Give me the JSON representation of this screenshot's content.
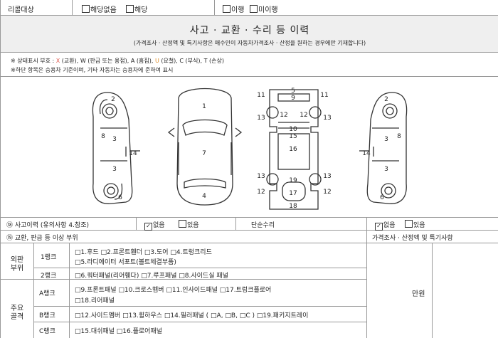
{
  "recall": {
    "label": "리콜대상",
    "opt_none": "해당없음",
    "opt_applies": "해당",
    "opt_done": "이행",
    "opt_not_done": "미이행"
  },
  "section_title": "사고 · 교환 · 수리 등 이력",
  "section_subtitle": "(가격조사 · 산정액 및 특기사항은 매수인이 자동차가격조사 · 산정을 원하는 경우에만 기재합니다)",
  "legend": {
    "prefix": "※ 상태표시 부호 : ",
    "items": [
      {
        "sym": "X",
        "text": "(교환),",
        "color": "#e05a4f"
      },
      {
        "sym": "W",
        "text": "(판금 또는 용접),",
        "color": "#222"
      },
      {
        "sym": "A",
        "text": "(흠집),",
        "color": "#222"
      },
      {
        "sym": "U",
        "text": "(요철),",
        "color": "#e0902c"
      },
      {
        "sym": "C",
        "text": "(부식),",
        "color": "#222"
      },
      {
        "sym": "T",
        "text": "(손상)",
        "color": "#222"
      }
    ],
    "note": "※하단 항목은 승용차 기준이며, 기타 자동차는 승용차에 준하여 표시"
  },
  "diagram_numbers": {
    "left_side": [
      "2",
      "3",
      "8",
      "3",
      "14",
      "6"
    ],
    "top": [
      "1",
      "7",
      "4"
    ],
    "frame": [
      "5",
      "9",
      "11",
      "11",
      "13",
      "12",
      "12",
      "13",
      "10",
      "15",
      "16",
      "13",
      "19",
      "13",
      "12",
      "17",
      "12",
      "18"
    ],
    "right_side": [
      "2",
      "3",
      "8",
      "14",
      "3",
      "6"
    ]
  },
  "accident_history": {
    "label": "⑱ 사고이력 (유의사항 4.참조)",
    "opt_no": "없음",
    "opt_yes": "있음",
    "simple_repair_label": "단순수리",
    "simple_no": "없음",
    "simple_yes": "있음"
  },
  "exchange": {
    "label": "⑲ 교환, 판금 등 이상 부위",
    "price_header": "가격조사 · 산정액 및 특기사항",
    "price_value": "만원",
    "outer_panel": "외판\n부위",
    "major_frame": "주요\n골격",
    "rank1": "1랭크",
    "rank1_line1": "□1.후드  □2.프론트휀더  □3.도어  □4.트렁크리드",
    "rank1_line2": "□5.라디에이터 서포트(볼트체결부품)",
    "rank2": "2랭크",
    "rank2_line1": "□6.쿼터패널(리어휀다)  □7.루프패널  □8.사이드실 패널",
    "rankA": "A랭크",
    "rankA_line1": "□9.프론트패널  □10.크로스멤버  □11.인사이드패널  □17.트렁크플로어",
    "rankA_line2": "□18.리어패널",
    "rankB": "B랭크",
    "rankB_line1": "□12.사이드멤버  □13.휠하우스  □14.필러패널 ( □A, □B, □C )  □19.패키지트레이",
    "rankC": "C랭크",
    "rankC_line1": "□15.대쉬패널  □16.플로어패널"
  }
}
